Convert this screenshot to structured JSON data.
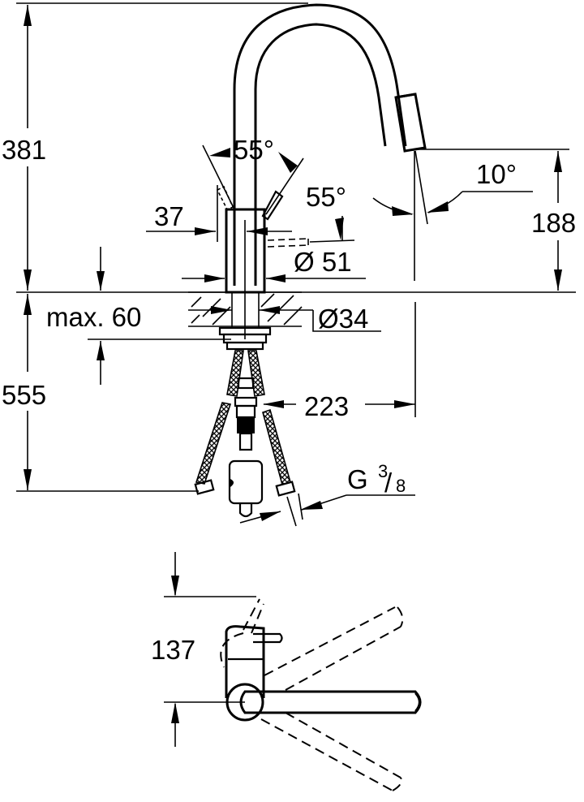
{
  "drawing": {
    "title": "Kitchen faucet technical dimension drawing",
    "views": [
      "side-elevation",
      "top-plan"
    ],
    "dimensions": {
      "total_height": "381",
      "spout_height": "188",
      "below_counter": "555",
      "counter_thickness": "max. 60",
      "handle_offset": "37",
      "body_diameter": "Ø 51",
      "hole_diameter": "Ø34",
      "spout_reach": "223",
      "lever_angle_left": "55°",
      "lever_angle_right": "55°",
      "spout_tilt": "10°",
      "connection_thread_prefix": "G",
      "connection_thread_num": "3",
      "connection_thread_den": "8",
      "plan_offset": "137"
    }
  }
}
